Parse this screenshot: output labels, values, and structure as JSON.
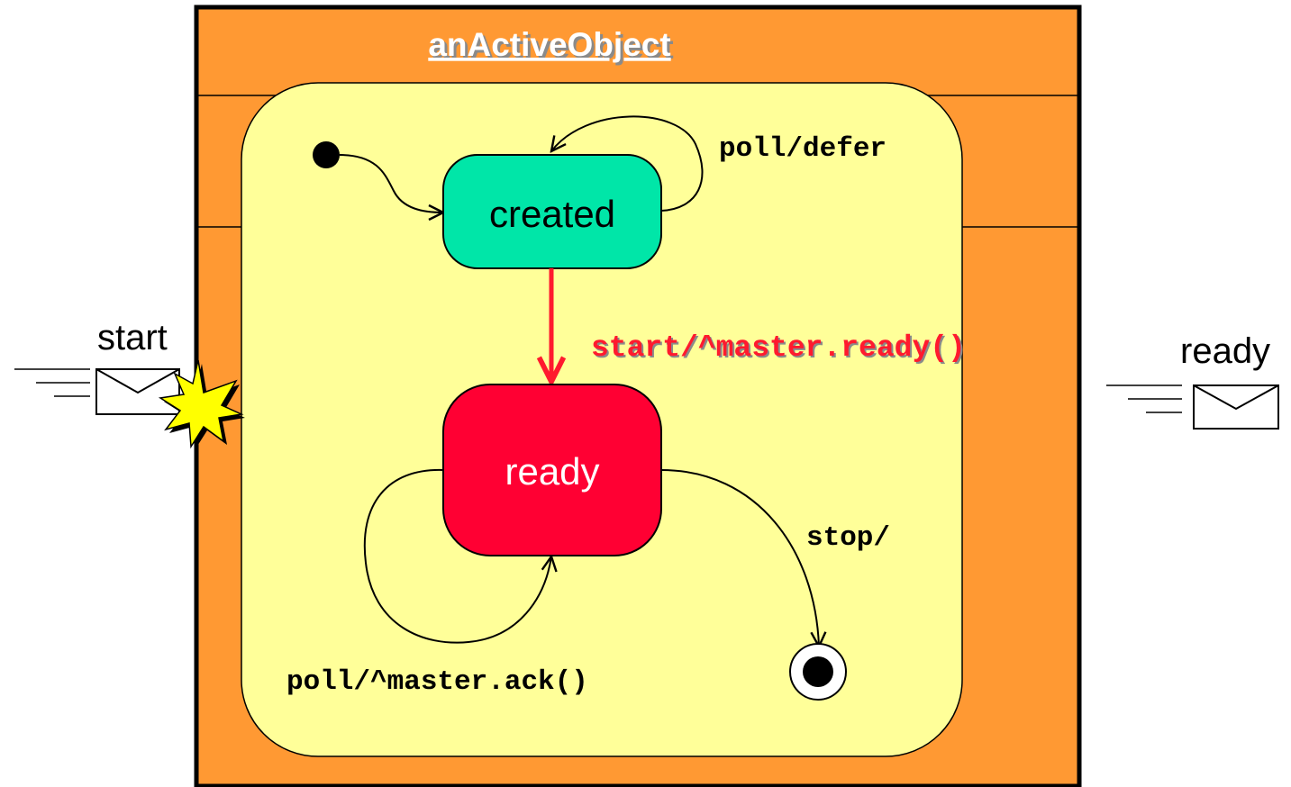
{
  "object": {
    "title": "anActiveObject"
  },
  "states": {
    "created": "created",
    "ready": "ready"
  },
  "transitions": {
    "created_self": "poll/defer",
    "created_to_ready": "start/^master.ready()",
    "ready_self": "poll/^master.ack()",
    "ready_to_final": "stop/"
  },
  "signals": {
    "incoming": "start",
    "outgoing": "ready"
  },
  "colors": {
    "object_fill": "#FF9933",
    "region_fill": "#FFFF99",
    "created_fill": "#00E6A8",
    "ready_fill": "#FF0033",
    "highlight_transition": "#FF1A2E",
    "burst_fill": "#FFFF00"
  }
}
